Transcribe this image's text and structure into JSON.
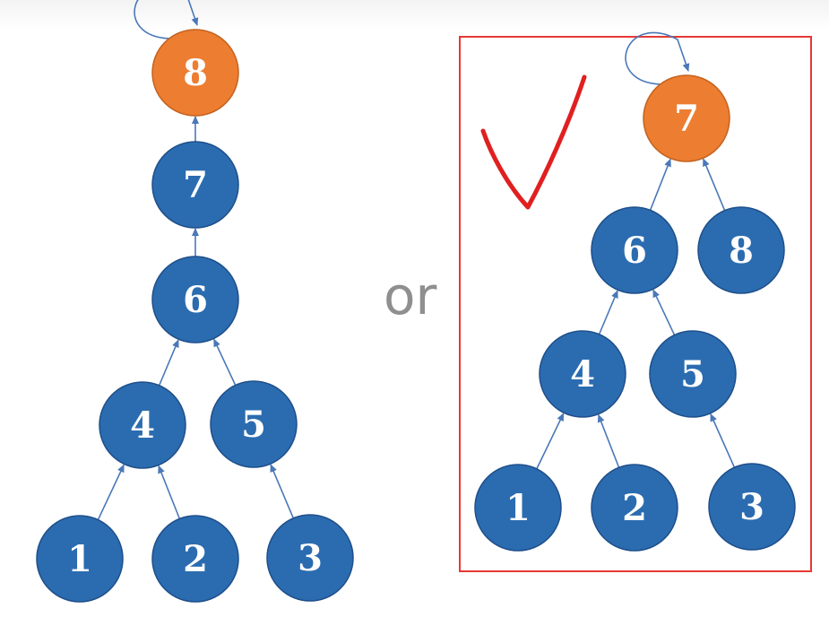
{
  "colors": {
    "node": "#2b6cb0",
    "node_edge": "#1f4f8a",
    "root": "#ed7d31",
    "root_edge": "#c4631f",
    "arrow": "#4a78b8",
    "highlight_box": "#e53935",
    "checkmark": "#e02020",
    "separator_text": "#8f8f8f"
  },
  "separator": {
    "text": "or"
  },
  "trees": [
    {
      "id": "left-tree",
      "highlighted": false,
      "root": "8",
      "nodes": [
        "8",
        "7",
        "6",
        "4",
        "5",
        "1",
        "2",
        "3"
      ],
      "edges": [
        [
          "7",
          "8"
        ],
        [
          "6",
          "7"
        ],
        [
          "4",
          "6"
        ],
        [
          "5",
          "6"
        ],
        [
          "1",
          "4"
        ],
        [
          "2",
          "4"
        ],
        [
          "3",
          "5"
        ]
      ]
    },
    {
      "id": "right-tree",
      "highlighted": true,
      "root": "7",
      "nodes": [
        "7",
        "6",
        "8",
        "4",
        "5",
        "1",
        "2",
        "3"
      ],
      "edges": [
        [
          "6",
          "7"
        ],
        [
          "8",
          "7"
        ],
        [
          "4",
          "6"
        ],
        [
          "5",
          "6"
        ],
        [
          "1",
          "4"
        ],
        [
          "2",
          "4"
        ],
        [
          "3",
          "5"
        ]
      ]
    }
  ],
  "annotation": {
    "mark": "checkmark",
    "target": "right-tree"
  }
}
